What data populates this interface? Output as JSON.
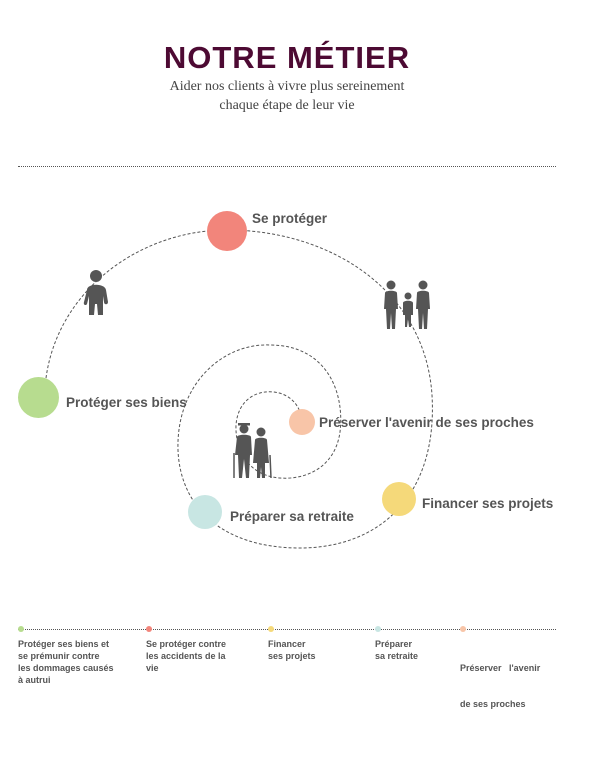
{
  "header": {
    "title": "NOTRE MÉTIER",
    "subtitle_line1": "Aider nos clients à vivre plus sereinement",
    "subtitle_line2": "chaque étape de leur vie"
  },
  "steps": [
    {
      "label": "Se protéger",
      "color": "#f2857b"
    },
    {
      "label": "Protéger ses biens",
      "color": "#b7dc8f"
    },
    {
      "label": "Préserver l'avenir de ses proches",
      "color": "#f8c5a8"
    },
    {
      "label": "Préparer sa retraite",
      "color": "#c8e6e3"
    },
    {
      "label": "Financer ses projets",
      "color": "#f5d97a"
    }
  ],
  "icons": [
    "child-silhouette-icon",
    "family-silhouette-icon",
    "elderly-couple-icon"
  ],
  "legend": [
    {
      "color": "#b7dc8f",
      "line1": "Protéger ses biens et",
      "line2": "se prémunir contre",
      "line3": "les dommages causés",
      "line4": "à autrui"
    },
    {
      "color": "#f2857b",
      "line1": "Se protéger contre",
      "line2": "les accidents de la",
      "line3": "vie"
    },
    {
      "color": "#f5d97a",
      "line1": "Financer",
      "line2": "ses projets"
    },
    {
      "color": "#c8e6e3",
      "line1": "Préparer",
      "line2": "sa retraite"
    },
    {
      "color": "#f8c5a8",
      "line1": "Préserver   l'avenir",
      "line2": "de ses proches"
    }
  ]
}
